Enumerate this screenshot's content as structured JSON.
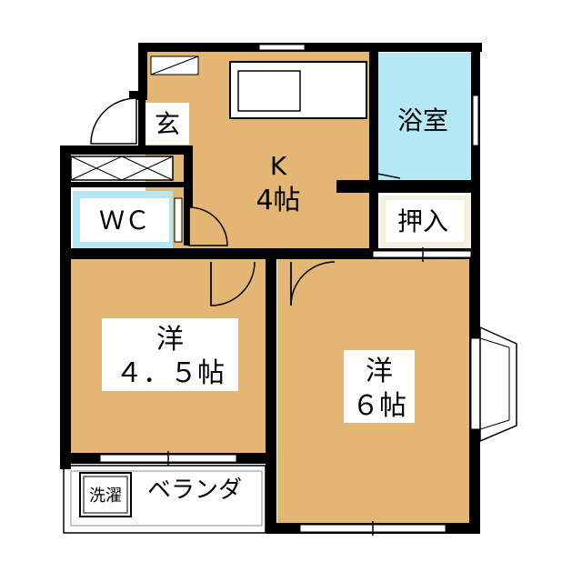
{
  "colors": {
    "room_fill": "#E3B673",
    "water_fill": "#B4E8F4",
    "closet_fill": "#F3EEE2",
    "wall": "#000000",
    "background": "#FFFFFF"
  },
  "rooms": {
    "genkan": {
      "label": "玄"
    },
    "kitchen": {
      "name": "K",
      "size": "4帖"
    },
    "bath": {
      "label": "浴室"
    },
    "wc": {
      "label": "ＷＣ"
    },
    "closet": {
      "label": "押入"
    },
    "western_small": {
      "name": "洋",
      "size": "４．５帖"
    },
    "western_large": {
      "name": "洋",
      "size": "６帖"
    },
    "laundry": {
      "label": "洗濯"
    },
    "veranda": {
      "label": "ベランダ"
    }
  }
}
